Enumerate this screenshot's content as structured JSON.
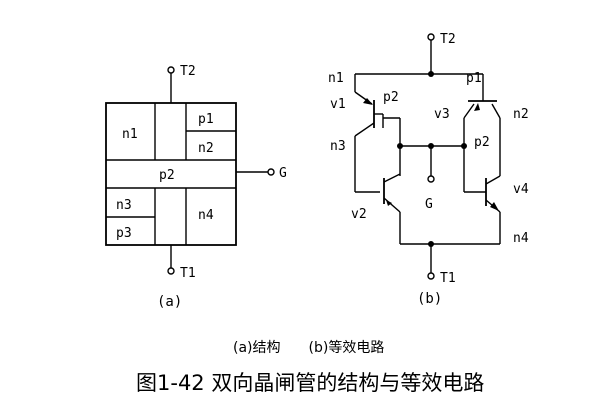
{
  "structure": {
    "terminal_top": "T2",
    "terminal_bottom": "T1",
    "terminal_gate": "G",
    "regions": {
      "n1": "n1",
      "p1": "p1",
      "n2": "n2",
      "p2": "p2",
      "n3": "n3",
      "p3": "p3",
      "n4": "n4"
    },
    "sublabel": "(a)"
  },
  "equivalent": {
    "terminal_top": "T2",
    "terminal_bottom": "T1",
    "terminal_gate": "G",
    "labels": {
      "n1": "n1",
      "p1": "p1",
      "v1": "v1",
      "p2_left": "p2",
      "v3": "v3",
      "n2": "n2",
      "n3": "n3",
      "p2_right": "p2",
      "v4": "v4",
      "v2": "v2",
      "n4": "n4"
    },
    "sublabel": "(b)"
  },
  "legend": "(a)结构　　(b)等效电路",
  "caption": "图1-42  双向晶闸管的结构与等效电路"
}
